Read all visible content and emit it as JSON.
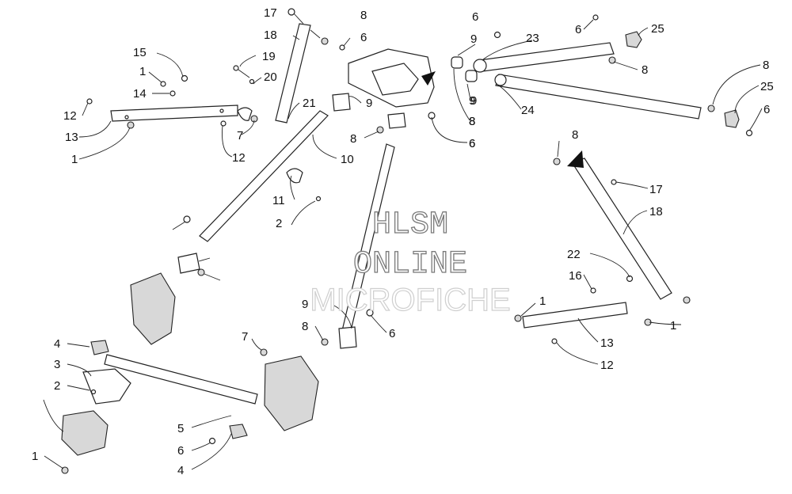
{
  "watermark": {
    "line1": "HLSM",
    "line2": "ONLINE",
    "line3": "MICROFICHE",
    "stroke_colors": [
      "#7a7a7a",
      "#7a7a7a",
      "#cfcfcf"
    ]
  },
  "callouts": {
    "c1": "17",
    "c2": "8",
    "c3": "18",
    "c4": "6",
    "c5": "19",
    "c6": "20",
    "c7": "15",
    "c8": "1",
    "c9": "14",
    "c10": "21",
    "c11": "12",
    "c12": "13",
    "c13": "1",
    "c14": "7",
    "c15": "12",
    "c16": "9",
    "c17": "10",
    "c18": "8",
    "c19": "6",
    "c20": "11",
    "c21": "2",
    "c22": "9",
    "c23": "8",
    "c24": "6",
    "c25": "9",
    "c26": "23",
    "c27": "6",
    "c28": "25",
    "c29": "8",
    "c30": "9",
    "c31": "8",
    "c32": "6",
    "c33": "24",
    "c34": "8",
    "c35": "25",
    "c36": "6",
    "c37": "8",
    "c38": "17",
    "c39": "18",
    "c40": "22",
    "c41": "16",
    "c42": "1",
    "c43": "13",
    "c44": "1",
    "c45": "12",
    "c46": "9",
    "c47": "8",
    "c48": "6",
    "c49": "7",
    "c50": "4",
    "c51": "3",
    "c52": "2",
    "c53": "5",
    "c54": "6",
    "c55": "4",
    "c56": "1"
  }
}
